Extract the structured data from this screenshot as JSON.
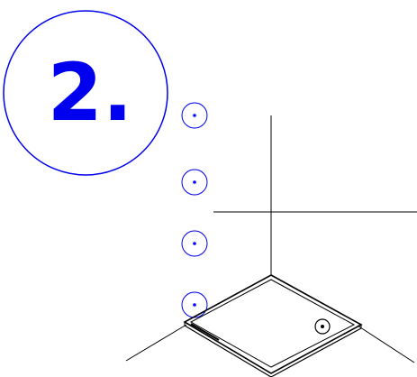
{
  "step": {
    "number": "2."
  },
  "colors": {
    "accent": "#0000ee",
    "line": "#000000",
    "background": "#ffffff"
  },
  "markers": {
    "count": 4,
    "icon": "small-circle-with-center-dot"
  },
  "drawing": {
    "subject": "square-tray-isometric",
    "drain_icon": "drain-circle-icon"
  }
}
